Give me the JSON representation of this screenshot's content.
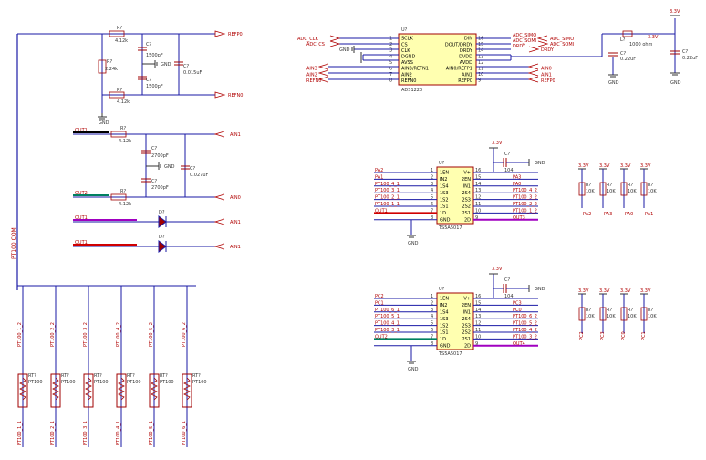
{
  "power": {
    "v33_top": "3.3V",
    "v33_reg": "3.3V",
    "v33_u2": "3.3V",
    "v33_u3": "3.3V",
    "pullup_v": [
      "3.3V",
      "3.3V",
      "3.3V",
      "3.3V"
    ],
    "gnd": "GND"
  },
  "bus": {
    "label": "PT100 COM"
  },
  "refnet": {
    "r_top": "R?",
    "r_top_val": "4.12k",
    "r_mid": "R?",
    "r_mid_val": "2.24k",
    "r_bot": "R?",
    "r_bot_val": "4.12k",
    "c1": "C?",
    "c1_val": "1500pF",
    "c2": "C?",
    "c2_val": "1500pF",
    "c3": "C?",
    "c3_val": "0.015uF",
    "out_p": "REFP0",
    "out_n": "REFN0",
    "gnd": "GND"
  },
  "ain_filter": {
    "net_in1": "OUT1",
    "net_in2": "OUT2",
    "r1": "R?",
    "r1_val": "4.12k",
    "r2": "R?",
    "r2_val": "4.12k",
    "c1": "C?",
    "c1_val": "2700pF",
    "c2": "C?",
    "c2_val": "2700pF",
    "c3": "C?",
    "c3_val": "0.027uF",
    "out1": "AIN1",
    "out2": "AIN0",
    "gnd": "GND"
  },
  "diodes": {
    "d1_net": "OUT1",
    "d1_ref": "D?",
    "d1_out": "AIN1",
    "d2_net": "OUT1",
    "d2_ref": "D?",
    "d2_out": "AIN1"
  },
  "adc": {
    "ref": "U?",
    "part": "ADS1220",
    "left_pins": [
      {
        "num": "1",
        "name": "SCLK",
        "net": "ADC_CLK"
      },
      {
        "num": "2",
        "name": "CS",
        "net": "ADC_CS"
      },
      {
        "num": "3",
        "name": "CLK",
        "net": "GND"
      },
      {
        "num": "4",
        "name": "DGND",
        "net": ""
      },
      {
        "num": "5",
        "name": "AVSS",
        "net": ""
      },
      {
        "num": "6",
        "name": "AIN3/REFN1",
        "net": "AIN3"
      },
      {
        "num": "7",
        "name": "AIN2",
        "net": "AIN2"
      },
      {
        "num": "8",
        "name": "REFN0",
        "net": "REFN0"
      }
    ],
    "right_pins": [
      {
        "num": "16",
        "name": "DIN",
        "net": "ADC_SIMO"
      },
      {
        "num": "15",
        "name": "DOUT/DRDY",
        "net": "ADC_SOMI"
      },
      {
        "num": "14",
        "name": "DRDY",
        "net": "DRDY"
      },
      {
        "num": "13",
        "name": "DVDD",
        "net": ""
      },
      {
        "num": "12",
        "name": "AVDD",
        "net": ""
      },
      {
        "num": "11",
        "name": "AIN0/REFP1",
        "net": "AIN0"
      },
      {
        "num": "10",
        "name": "AIN1",
        "net": "AIN1"
      },
      {
        "num": "9",
        "name": "REFP0",
        "net": "REFP0"
      }
    ],
    "simo_label": "ADC_SIMO",
    "somi_label": "ADC_SOMI",
    "drdy_label": "DRDY",
    "clk_label": "ADC_CLK",
    "cs_label": "ADC_CS"
  },
  "regulator": {
    "l_ref": "L?",
    "l_val": "1000 ohm",
    "c_ref1": "C?",
    "c_val1": "0.22uF",
    "c_ref2": "C?",
    "c_val2": "0.22uF"
  },
  "mux1": {
    "ref": "U?",
    "part": "TS5A5017",
    "left_pins": [
      {
        "num": "1",
        "name": "1EN",
        "net": "PA2"
      },
      {
        "num": "2",
        "name": "IN2",
        "net": "PA1"
      },
      {
        "num": "3",
        "name": "1S4",
        "net": "PT100_4_1"
      },
      {
        "num": "4",
        "name": "1S3",
        "net": "PT100_3_1"
      },
      {
        "num": "5",
        "name": "1S2",
        "net": "PT100_2_1"
      },
      {
        "num": "6",
        "name": "1S1",
        "net": "PT100_1_1"
      },
      {
        "num": "7",
        "name": "1D",
        "net": "OUT1"
      },
      {
        "num": "8",
        "name": "GND",
        "net": ""
      }
    ],
    "right_pins": [
      {
        "num": "16",
        "name": "V+",
        "net": ""
      },
      {
        "num": "15",
        "name": "2EN",
        "net": "PA3"
      },
      {
        "num": "14",
        "name": "IN1",
        "net": "PA0"
      },
      {
        "num": "13",
        "name": "2S4",
        "net": "PT100_4_2"
      },
      {
        "num": "12",
        "name": "2S3",
        "net": "PT100_3_2"
      },
      {
        "num": "11",
        "name": "2S2",
        "net": "PT100_2_2"
      },
      {
        "num": "10",
        "name": "2S1",
        "net": "PT100_1_2"
      },
      {
        "num": "9",
        "name": "2D",
        "net": "OUT3"
      }
    ],
    "cap_ref": "C?",
    "cap_val": "104"
  },
  "mux2": {
    "ref": "U?",
    "part": "TS5A5017",
    "left_pins": [
      {
        "num": "1",
        "name": "1EN",
        "net": "PC2"
      },
      {
        "num": "2",
        "name": "IN2",
        "net": "PC1"
      },
      {
        "num": "3",
        "name": "1S4",
        "net": "PT100_6_1"
      },
      {
        "num": "4",
        "name": "1S3",
        "net": "PT100_5_1"
      },
      {
        "num": "5",
        "name": "1S2",
        "net": "PT100_4_1"
      },
      {
        "num": "6",
        "name": "1S1",
        "net": "PT100_3_1"
      },
      {
        "num": "7",
        "name": "1D",
        "net": "OUT2"
      },
      {
        "num": "8",
        "name": "GND",
        "net": ""
      }
    ],
    "right_pins": [
      {
        "num": "16",
        "name": "V+",
        "net": ""
      },
      {
        "num": "15",
        "name": "2EN",
        "net": "PC3"
      },
      {
        "num": "14",
        "name": "IN1",
        "net": "PC0"
      },
      {
        "num": "13",
        "name": "2S4",
        "net": "PT100_6_2"
      },
      {
        "num": "12",
        "name": "2S3",
        "net": "PT100_5_2"
      },
      {
        "num": "11",
        "name": "2S2",
        "net": "PT100_4_2"
      },
      {
        "num": "10",
        "name": "2S1",
        "net": "PT100_3_2"
      },
      {
        "num": "9",
        "name": "2D",
        "net": "OUT4"
      }
    ],
    "cap_ref": "C?",
    "cap_val": "104"
  },
  "pullups_a": [
    {
      "ref": "R?",
      "val": "10K",
      "net": "PA2"
    },
    {
      "ref": "R?",
      "val": "10K",
      "net": "PA3"
    },
    {
      "ref": "R?",
      "val": "10K",
      "net": "PA0"
    },
    {
      "ref": "R?",
      "val": "10K",
      "net": "PA1"
    }
  ],
  "pullups_c": [
    {
      "ref": "R?",
      "val": "10K",
      "net": "PC2"
    },
    {
      "ref": "R?",
      "val": "10K",
      "net": "PC3"
    },
    {
      "ref": "R?",
      "val": "10K",
      "net": "PC0"
    },
    {
      "ref": "R?",
      "val": "10K",
      "net": "PC1"
    }
  ],
  "sensors": [
    {
      "top": "PT100_1_2",
      "ref": "RT?",
      "val": "PT100",
      "bot": "PT100_1_1"
    },
    {
      "top": "PT100_2_2",
      "ref": "RT?",
      "val": "PT100",
      "bot": "PT100_2_1"
    },
    {
      "top": "PT100_3_2",
      "ref": "RT?",
      "val": "PT100",
      "bot": "PT100_3_1"
    },
    {
      "top": "PT100_4_2",
      "ref": "RT?",
      "val": "PT100",
      "bot": "PT100_4_1"
    },
    {
      "top": "PT100_5_2",
      "ref": "RT?",
      "val": "PT100",
      "bot": "PT100_5_1"
    },
    {
      "top": "PT100_6_2",
      "ref": "RT?",
      "val": "PT100",
      "bot": "PT100_6_1"
    }
  ],
  "colors": {
    "wire": "#1a1aa6",
    "label": "#b00000",
    "part_fill": "#ffffb0",
    "part_border": "#a00000",
    "component": "#a00000",
    "net_green": "#008060",
    "net_purple": "#a000c0"
  }
}
